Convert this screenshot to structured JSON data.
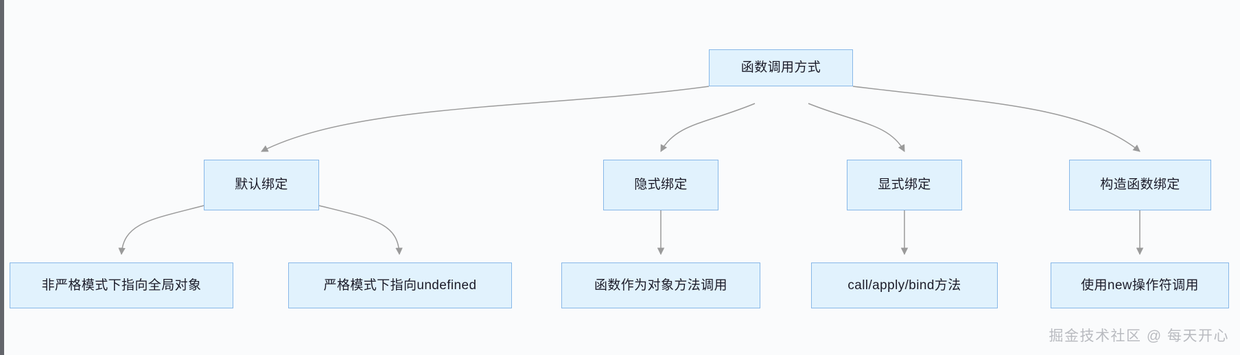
{
  "diagram": {
    "title": "函数调用方式",
    "background_color": "#fafbfc",
    "node_fill": "#e1f2fd",
    "node_border": "#86b7e8",
    "edge_color": "#9a9a9a",
    "text_color": "#1b1b28",
    "watermark_color": "#b9bbc0"
  },
  "nodes": {
    "root": {
      "label": "函数调用方式"
    },
    "level2": [
      {
        "label": "默认绑定"
      },
      {
        "label": "隐式绑定"
      },
      {
        "label": "显式绑定"
      },
      {
        "label": "构造函数绑定"
      }
    ],
    "level3": [
      {
        "label": "非严格模式下指向全局对象"
      },
      {
        "label": "严格模式下指向undefined"
      },
      {
        "label": "函数作为对象方法调用"
      },
      {
        "label": "call/apply/bind方法"
      },
      {
        "label": "使用new操作符调用"
      }
    ]
  },
  "watermark": {
    "text": "掘金技术社区 @ 每天开心"
  }
}
